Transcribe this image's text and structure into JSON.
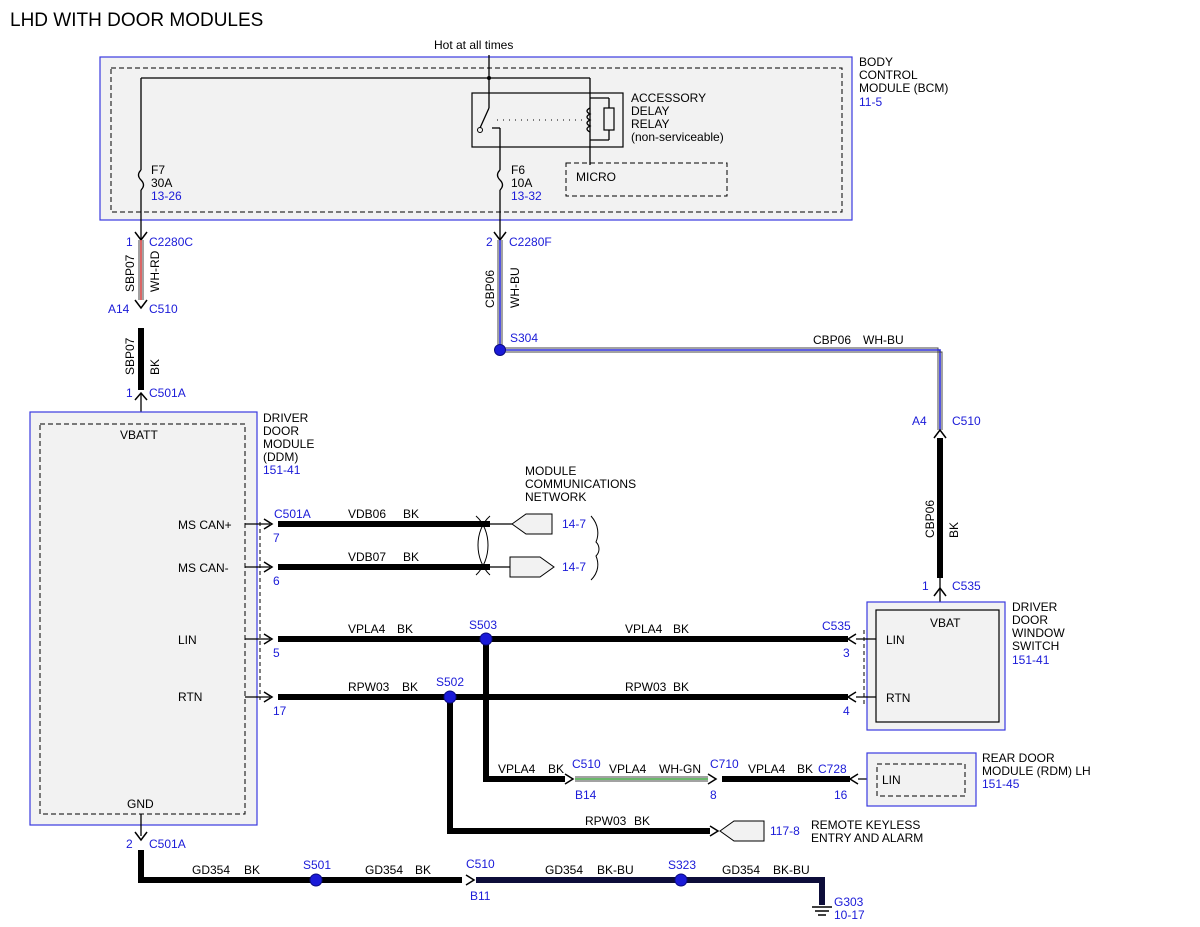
{
  "title": "LHD WITH DOOR MODULES",
  "hot_at_all_times": "Hot at all times",
  "bcm": {
    "line1": "BODY",
    "line2": "CONTROL",
    "line3": "MODULE (BCM)",
    "ref": "11-5"
  },
  "relay": {
    "line1": "ACCESSORY",
    "line2": "DELAY",
    "line3": "RELAY",
    "line4": "(non-serviceable)"
  },
  "micro": "MICRO",
  "fuse_f7": {
    "name": "F7",
    "amps": "30A",
    "ref": "13-26"
  },
  "fuse_f6": {
    "name": "F6",
    "amps": "10A",
    "ref": "13-32"
  },
  "ddm": {
    "line1": "DRIVER",
    "line2": "DOOR",
    "line3": "MODULE",
    "line4": "(DDM)",
    "ref": "151-41",
    "vbatt": "VBATT",
    "ms_can_plus": "MS CAN+",
    "ms_can_minus": "MS CAN-",
    "lin": "LIN",
    "rtn": "RTN",
    "gnd": "GND"
  },
  "mcn": {
    "line1": "MODULE",
    "line2": "COMMUNICATIONS",
    "line3": "NETWORK",
    "ref1": "14-7",
    "ref2": "14-7"
  },
  "ddws": {
    "line1": "DRIVER",
    "line2": "DOOR",
    "line3": "WINDOW",
    "line4": "SWITCH",
    "ref": "151-41",
    "vbat": "VBAT",
    "lin": "LIN",
    "rtn": "RTN"
  },
  "rdm": {
    "line1": "REAR DOOR",
    "line2": "MODULE (RDM) LH",
    "ref": "151-45",
    "lin": "LIN"
  },
  "rke": {
    "line1": "REMOTE KEYLESS",
    "line2": "ENTRY AND ALARM",
    "ref": "117-8"
  },
  "ground": {
    "name": "G303",
    "ref": "10-17"
  },
  "connectors": {
    "c2280c": "C2280C",
    "c2280c_pin": "1",
    "c2280f": "C2280F",
    "c2280f_pin": "2",
    "c510_a14": "C510",
    "c510_a14_pin": "A14",
    "c501a_top": "C501A",
    "c501a_top_pin": "1",
    "c510_a4": "C510",
    "c510_a4_pin": "A4",
    "c535_top": "C535",
    "c535_top_pin": "1",
    "c501a_can": "C501A",
    "pin7": "7",
    "pin6": "6",
    "pin5": "5",
    "pin17": "17",
    "c535_right": "C535",
    "pin3": "3",
    "pin4": "4",
    "c510_b14": "C510",
    "c510_b14_pin": "B14",
    "c710": "C710",
    "c710_pin": "8",
    "c728": "C728",
    "c728_pin": "16",
    "c501a_bot": "C501A",
    "c501a_bot_pin": "2",
    "c510_b11": "C510",
    "c510_b11_pin": "B11"
  },
  "splices": {
    "s304": "S304",
    "s503": "S503",
    "s502": "S502",
    "s501": "S501",
    "s323": "S323"
  },
  "wires": {
    "sbp07": "SBP07",
    "wh_rd": "WH-RD",
    "sbp07_b": "SBP07",
    "bk_1": "BK",
    "cbp06": "CBP06",
    "wh_bu": "WH-BU",
    "cbp06_h": "CBP06",
    "wh_bu_h": "WH-BU",
    "cbp06_v": "CBP06",
    "bk_v": "BK",
    "vdb06": "VDB06",
    "vdb06_c": "BK",
    "vdb07": "VDB07",
    "vdb07_c": "BK",
    "vpla4_a": "VPLA4",
    "vpla4_a_c": "BK",
    "vpla4_b": "VPLA4",
    "vpla4_b_c": "BK",
    "rpw03_a": "RPW03",
    "rpw03_a_c": "BK",
    "rpw03_b": "RPW03",
    "rpw03_b_c": "BK",
    "vpla4_c": "VPLA4",
    "vpla4_c_c": "BK",
    "vpla4_d": "VPLA4",
    "vpla4_d_c": "WH-GN",
    "vpla4_e": "VPLA4",
    "vpla4_e_c": "BK",
    "rpw03_c": "RPW03",
    "rpw03_c_c": "BK",
    "gd354_a": "GD354",
    "gd354_a_c": "BK",
    "gd354_b": "GD354",
    "gd354_b_c": "BK",
    "gd354_c": "GD354",
    "gd354_c_c": "BK-BU",
    "gd354_d": "GD354",
    "gd354_d_c": "BK-BU"
  }
}
